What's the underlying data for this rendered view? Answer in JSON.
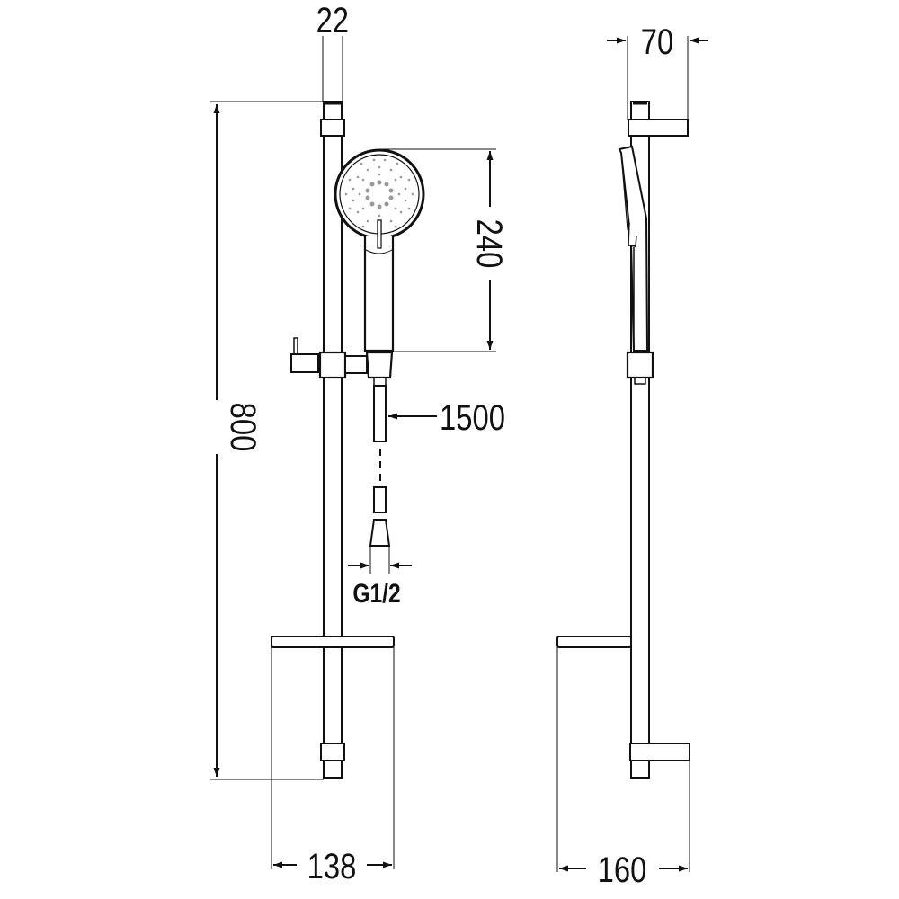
{
  "drawing": {
    "type": "technical dimension drawing",
    "subject": "shower rail set with hand shower, hose and soap dish",
    "units": "mm",
    "line_color": "#111111",
    "background": "#ffffff"
  },
  "front_view": {
    "dimensions": {
      "rail_diameter": "22",
      "rail_height": "800",
      "hand_shower_length": "240",
      "hose_length": "1500",
      "connection_thread": "G1/2",
      "soap_dish_width": "138"
    }
  },
  "side_view": {
    "dimensions": {
      "wall_bracket_depth": "70",
      "soap_dish_depth": "160"
    }
  }
}
